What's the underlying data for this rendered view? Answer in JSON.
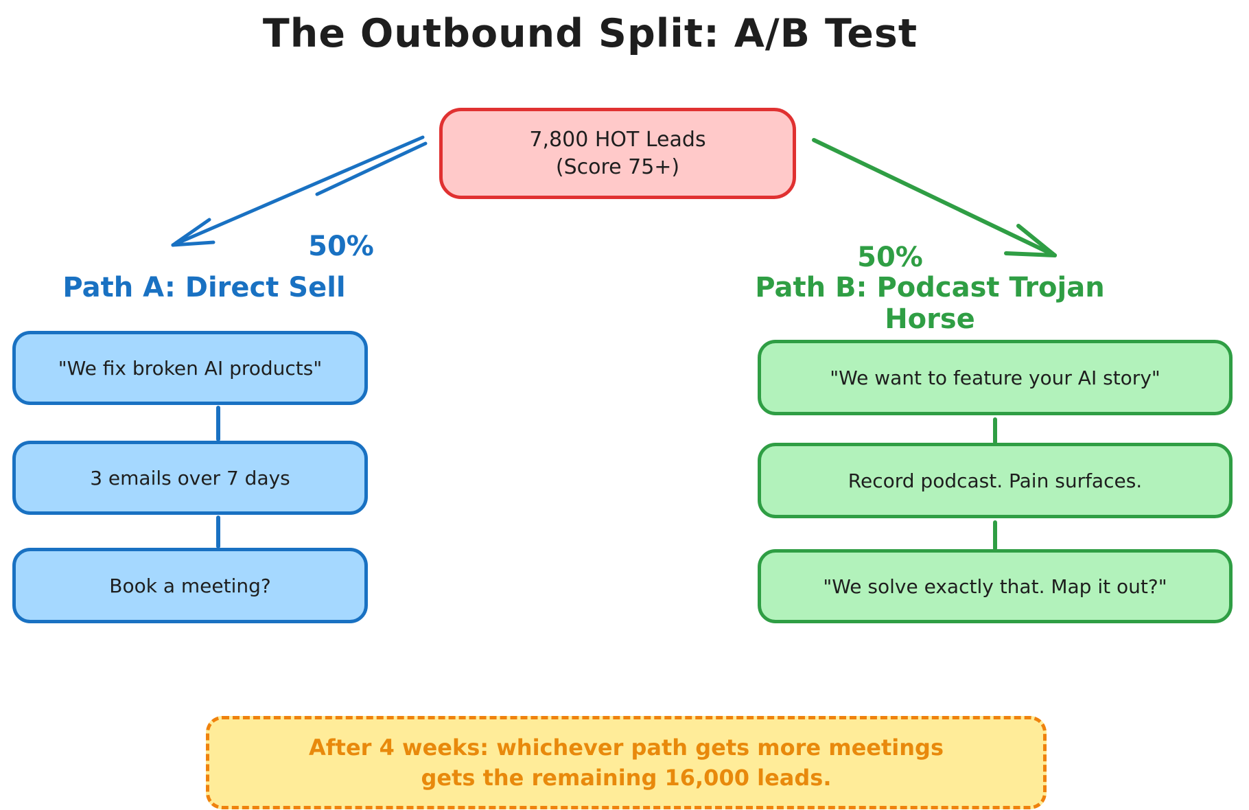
{
  "title": "The Outbound Split: A/B Test",
  "source_box": {
    "line1": "7,800 HOT Leads",
    "line2": "(Score 75+)"
  },
  "path_a": {
    "split_label": "50%",
    "heading": "Path A: Direct Sell",
    "steps": [
      "\"We fix broken AI products\"",
      "3 emails over 7 days",
      "Book a meeting?"
    ]
  },
  "path_b": {
    "split_label": "50%",
    "heading": "Path B: Podcast Trojan Horse",
    "steps": [
      "\"We want to feature your AI story\"",
      "Record podcast. Pain surfaces.",
      "\"We solve exactly that. Map it out?\""
    ]
  },
  "outcome_box": {
    "line1": "After 4 weeks: whichever path gets more meetings",
    "line2": "gets the remaining 16,000 leads."
  },
  "colors": {
    "ink": "#1e1e1e",
    "path_a_accent": "#1971c2",
    "path_a_fill": "#a5d8ff",
    "path_b_accent": "#2f9e44",
    "path_b_fill": "#b2f2bb",
    "source_accent": "#e03131",
    "source_fill": "#ffc9c9",
    "outcome_border": "#ef820d",
    "outcome_text": "#e8890c",
    "outcome_fill": "#ffec99"
  }
}
